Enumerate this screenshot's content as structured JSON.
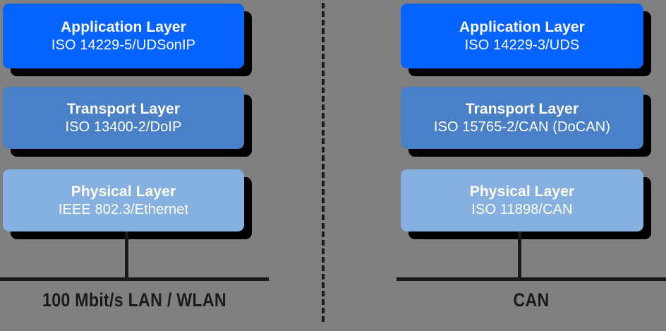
{
  "diagram": {
    "background_color": "#808080",
    "divider": {
      "style": "dashed-vertical",
      "color": "#1a1a1a"
    },
    "colors": {
      "application_layer": "#0563FF",
      "transport_layer": "#4A80C8",
      "physical_layer": "#85B0E0",
      "shadow": "#000000",
      "line": "#1a1a1a",
      "text_on_box": "#FFFFFF",
      "bus_label_text": "#1a1a1a"
    },
    "stacks": [
      {
        "id": "doip-stack",
        "bus_label": "100 Mbit/s LAN / WLAN",
        "layers": [
          {
            "id": "application",
            "title": "Application Layer",
            "subtitle": "ISO 14229-5/UDSonIP",
            "color": "#0563FF"
          },
          {
            "id": "transport",
            "title": "Transport Layer",
            "subtitle": "ISO 13400-2/DoIP",
            "color": "#4A80C8"
          },
          {
            "id": "physical",
            "title": "Physical Layer",
            "subtitle": "IEEE 802.3/Ethernet",
            "color": "#85B0E0"
          }
        ]
      },
      {
        "id": "can-stack",
        "bus_label": "CAN",
        "layers": [
          {
            "id": "application",
            "title": "Application Layer",
            "subtitle": "ISO 14229-3/UDS",
            "color": "#0563FF"
          },
          {
            "id": "transport",
            "title": "Transport Layer",
            "subtitle": "ISO 15765-2/CAN (DoCAN)",
            "color": "#4A80C8"
          },
          {
            "id": "physical",
            "title": "Physical Layer",
            "subtitle": "ISO 11898/CAN",
            "color": "#85B0E0"
          }
        ]
      }
    ]
  }
}
